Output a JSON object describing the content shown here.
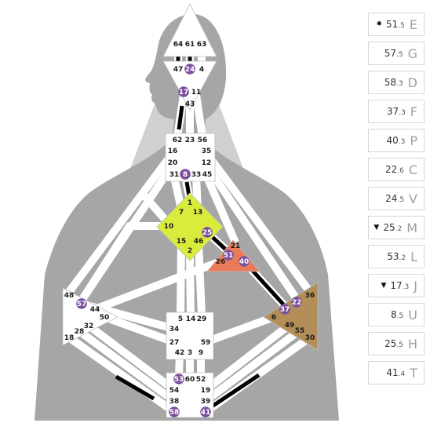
{
  "body_graph": {
    "gates": [
      {
        "n": "64"
      },
      {
        "n": "61"
      },
      {
        "n": "63"
      },
      {
        "n": "47"
      },
      {
        "n": "24",
        "active": true
      },
      {
        "n": "4"
      },
      {
        "n": "17",
        "active": true
      },
      {
        "n": "11"
      },
      {
        "n": "43"
      },
      {
        "n": "62"
      },
      {
        "n": "23"
      },
      {
        "n": "56"
      },
      {
        "n": "16"
      },
      {
        "n": "35"
      },
      {
        "n": "20"
      },
      {
        "n": "12"
      },
      {
        "n": "31"
      },
      {
        "n": "8",
        "active": true
      },
      {
        "n": "33"
      },
      {
        "n": "45"
      },
      {
        "n": "1"
      },
      {
        "n": "7"
      },
      {
        "n": "13"
      },
      {
        "n": "10"
      },
      {
        "n": "25",
        "active": true
      },
      {
        "n": "15"
      },
      {
        "n": "46"
      },
      {
        "n": "2"
      },
      {
        "n": "21"
      },
      {
        "n": "51",
        "active": true
      },
      {
        "n": "26"
      },
      {
        "n": "40",
        "active": true
      },
      {
        "n": "48"
      },
      {
        "n": "57",
        "active": true
      },
      {
        "n": "44"
      },
      {
        "n": "50"
      },
      {
        "n": "32"
      },
      {
        "n": "28"
      },
      {
        "n": "18"
      },
      {
        "n": "36"
      },
      {
        "n": "22",
        "active": true
      },
      {
        "n": "37",
        "active": true
      },
      {
        "n": "6"
      },
      {
        "n": "49"
      },
      {
        "n": "55"
      },
      {
        "n": "30"
      },
      {
        "n": "5"
      },
      {
        "n": "14"
      },
      {
        "n": "29"
      },
      {
        "n": "34"
      },
      {
        "n": "27"
      },
      {
        "n": "59"
      },
      {
        "n": "42"
      },
      {
        "n": "3"
      },
      {
        "n": "9"
      },
      {
        "n": "53",
        "active": true
      },
      {
        "n": "60"
      },
      {
        "n": "52"
      },
      {
        "n": "54"
      },
      {
        "n": "19"
      },
      {
        "n": "38"
      },
      {
        "n": "39"
      },
      {
        "n": "58",
        "active": true
      },
      {
        "n": "41",
        "active": true
      }
    ],
    "colors": {
      "background": "#ffffff",
      "silhouette_light": "#cfcfcf",
      "silhouette_dark": "#a3a3a3",
      "center_white": "#ffffff",
      "g_center": "#d9ec3c",
      "ego_center": "#ea7a5a",
      "solar_plexus": "#b48e58",
      "channel_undefined": "#ffffff",
      "channel_defined": "#000000",
      "active_gate": "#7b4f9c"
    }
  },
  "planets": [
    {
      "mark": "✸",
      "value": "51",
      "decimal": ".5",
      "key": "E"
    },
    {
      "mark": "",
      "value": "57",
      "decimal": ".5",
      "key": "G"
    },
    {
      "mark": "",
      "value": "58",
      "decimal": ".3",
      "key": "D"
    },
    {
      "mark": "",
      "value": "37",
      "decimal": ".3",
      "key": "F"
    },
    {
      "mark": "",
      "value": "40",
      "decimal": ".3",
      "key": "P"
    },
    {
      "mark": "",
      "value": "22",
      "decimal": ".6",
      "key": "C"
    },
    {
      "mark": "",
      "value": "24",
      "decimal": ".5",
      "key": "V"
    },
    {
      "mark": "▼",
      "value": "25",
      "decimal": ".2",
      "key": "M"
    },
    {
      "mark": "",
      "value": "53",
      "decimal": ".2",
      "key": "L"
    },
    {
      "mark": "▼",
      "value": "17",
      "decimal": ".3",
      "key": "J"
    },
    {
      "mark": "",
      "value": "8",
      "decimal": ".5",
      "key": "U"
    },
    {
      "mark": "",
      "value": "25",
      "decimal": ".5",
      "key": "H"
    },
    {
      "mark": "",
      "value": "41",
      "decimal": ".4",
      "key": "T"
    }
  ]
}
